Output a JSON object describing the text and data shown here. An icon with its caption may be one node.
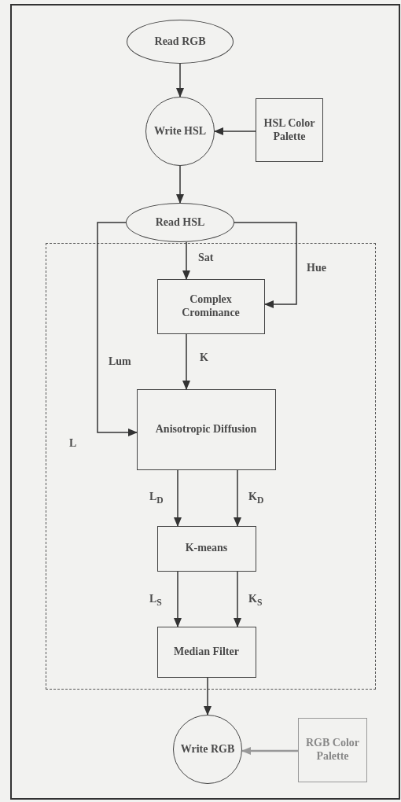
{
  "diagram": {
    "nodes": [
      {
        "text": [
          "Read RGB"
        ]
      },
      {
        "text": [
          "Write HSL"
        ]
      },
      {
        "text": [
          "HSL Color Palette"
        ]
      },
      {
        "text": [
          "Read HSL"
        ]
      },
      {
        "text": [],
        "shape": "box"
      },
      {
        "text": [
          "Complex Crominance"
        ],
        "in": 4
      },
      {
        "text": [
          "Anisotropic Diffusion"
        ],
        "in": 4
      },
      {
        "text": [
          "K-means"
        ],
        "in": 4
      },
      {
        "text": [
          "Median Filter"
        ],
        "in": 4
      },
      {
        "text": [
          "Write RGB"
        ]
      },
      {
        "text": [
          "RGB Color Palette"
        ]
      }
    ],
    "edges": [
      {
        "from": 0,
        "to": 1,
        "arrow": "to"
      },
      {
        "from": 2,
        "to": 1,
        "arrow": "to"
      },
      {
        "from": 1,
        "to": 3,
        "arrow": "to"
      },
      {
        "from": 3,
        "to": 5,
        "arrow": "to",
        "label": "Sat"
      },
      {
        "from": 3,
        "to": 5,
        "arrow": "to",
        "label": "Hue"
      },
      {
        "from": 5,
        "to": 6,
        "arrow": "to",
        "label": "K"
      },
      {
        "from": 3,
        "to": 6,
        "arrow": "to",
        "label": "Lum"
      },
      {
        "from": 6,
        "to": 7,
        "arrow": "to",
        "label": "L$_{D}$"
      },
      {
        "from": 6,
        "to": 7,
        "arrow": "to",
        "label": "K$_{D}$"
      },
      {
        "from": 7,
        "to": 8,
        "arrow": "to",
        "label": "L$_{S}$"
      },
      {
        "from": 7,
        "to": 8,
        "arrow": "to",
        "label": "K$_{S}$"
      },
      {
        "from": 8,
        "to": 9,
        "arrow": "to"
      },
      {
        "from": 10,
        "to": 9,
        "arrow": "to",
        "color": "#999999"
      }
    ],
    "labels": [
      "L"
    ]
  }
}
